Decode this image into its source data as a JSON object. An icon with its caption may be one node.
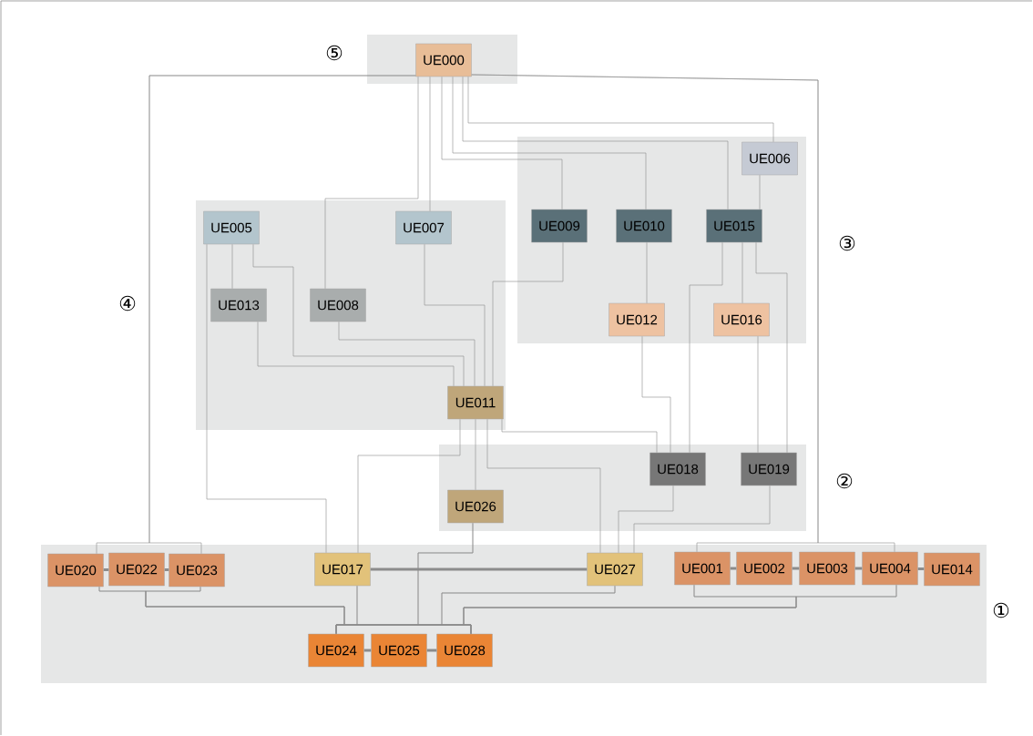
{
  "diagram": {
    "nodes": [
      {
        "text": [
          "⑤"
        ]
      },
      {
        "text": [
          "UE000"
        ],
        "in": 0
      },
      {
        "text": [
          "③"
        ]
      },
      {
        "text": [
          "UE006"
        ],
        "in": 2
      },
      {
        "text": [
          "UE009"
        ],
        "in": 2
      },
      {
        "text": [
          "UE010"
        ],
        "in": 2
      },
      {
        "text": [
          "UE015"
        ],
        "in": 2
      },
      {
        "text": [
          "UE012"
        ],
        "in": 2
      },
      {
        "text": [
          "UE016"
        ],
        "in": 2
      },
      {
        "text": [
          "④"
        ]
      },
      {
        "text": [
          "UE005"
        ],
        "in": 9
      },
      {
        "text": [
          "UE007"
        ],
        "in": 9
      },
      {
        "text": [
          "UE013"
        ],
        "in": 9
      },
      {
        "text": [
          "UE008"
        ],
        "in": 9
      },
      {
        "text": [
          "UE011"
        ],
        "in": 9
      },
      {
        "text": [
          "②"
        ]
      },
      {
        "text": [
          "UE018"
        ],
        "in": 15
      },
      {
        "text": [
          "UE019"
        ],
        "in": 15
      },
      {
        "text": [
          "UE026"
        ],
        "in": 15
      },
      {
        "text": [
          "①"
        ]
      },
      {
        "text": [
          "UE020"
        ],
        "in": 19
      },
      {
        "text": [
          "UE022"
        ],
        "in": 19
      },
      {
        "text": [
          "UE023"
        ],
        "in": 19
      },
      {
        "text": [
          "UE017"
        ],
        "in": 19
      },
      {
        "text": [
          "UE027"
        ],
        "in": 19
      },
      {
        "text": [
          "UE001"
        ],
        "in": 19
      },
      {
        "text": [
          "UE002"
        ],
        "in": 19
      },
      {
        "text": [
          "UE003"
        ],
        "in": 19
      },
      {
        "text": [
          "UE004"
        ],
        "in": 19
      },
      {
        "text": [
          "UE014"
        ],
        "in": 19
      },
      {
        "text": [
          "UE024"
        ],
        "in": 19
      },
      {
        "text": [
          "UE025"
        ],
        "in": 19
      },
      {
        "text": [
          "UE028"
        ],
        "in": 19
      }
    ],
    "edges": [
      {
        "from": 1,
        "to": 20,
        "arrow": "none"
      },
      {
        "from": 1,
        "to": 22,
        "arrow": "none"
      },
      {
        "from": 1,
        "to": 25,
        "arrow": "none"
      },
      {
        "from": 1,
        "to": 28,
        "arrow": "none"
      },
      {
        "from": 1,
        "to": 13,
        "arrow": "none"
      },
      {
        "from": 1,
        "to": 11,
        "arrow": "none"
      },
      {
        "from": 1,
        "to": 4,
        "arrow": "none"
      },
      {
        "from": 1,
        "to": 5,
        "arrow": "none"
      },
      {
        "from": 1,
        "to": 6,
        "arrow": "none"
      },
      {
        "from": 1,
        "to": 3,
        "arrow": "none"
      },
      {
        "from": 3,
        "to": 6,
        "arrow": "none"
      },
      {
        "from": 6,
        "to": 8,
        "arrow": "none"
      },
      {
        "from": 6,
        "to": 16,
        "arrow": "none"
      },
      {
        "from": 6,
        "to": 17,
        "arrow": "none"
      },
      {
        "from": 5,
        "to": 7,
        "arrow": "none"
      },
      {
        "from": 7,
        "to": 16,
        "arrow": "none"
      },
      {
        "from": 8,
        "to": 17,
        "arrow": "none"
      },
      {
        "from": 4,
        "to": 14,
        "arrow": "none"
      },
      {
        "from": 10,
        "to": 12,
        "arrow": "none"
      },
      {
        "from": 10,
        "to": 14,
        "arrow": "none"
      },
      {
        "from": 10,
        "to": 23,
        "arrow": "none"
      },
      {
        "from": 12,
        "to": 14,
        "arrow": "none"
      },
      {
        "from": 13,
        "to": 14,
        "arrow": "none"
      },
      {
        "from": 11,
        "to": 14,
        "arrow": "none"
      },
      {
        "from": 14,
        "to": 16,
        "arrow": "none"
      },
      {
        "from": 14,
        "to": 23,
        "arrow": "none"
      },
      {
        "from": 14,
        "to": 18,
        "arrow": "none"
      },
      {
        "from": 14,
        "to": 24,
        "arrow": "none"
      },
      {
        "from": 16,
        "to": 24,
        "arrow": "none"
      },
      {
        "from": 17,
        "to": 24,
        "arrow": "none"
      },
      {
        "from": 23,
        "to": 24,
        "arrow": "none",
        "style": "thick"
      },
      {
        "from": 23,
        "to": 30,
        "arrow": "none"
      },
      {
        "from": 23,
        "to": 32,
        "arrow": "none"
      },
      {
        "from": 18,
        "to": 30,
        "arrow": "none"
      },
      {
        "from": 18,
        "to": 32,
        "arrow": "none"
      },
      {
        "from": 24,
        "to": 30,
        "arrow": "none"
      },
      {
        "from": 24,
        "to": 32,
        "arrow": "none"
      },
      {
        "from": 25,
        "to": 30,
        "arrow": "none"
      },
      {
        "from": 25,
        "to": 32,
        "arrow": "none"
      },
      {
        "from": 28,
        "to": 30,
        "arrow": "none"
      },
      {
        "from": 28,
        "to": 32,
        "arrow": "none"
      },
      {
        "from": 20,
        "to": 30,
        "arrow": "none"
      },
      {
        "from": 20,
        "to": 32,
        "arrow": "none"
      },
      {
        "from": 22,
        "to": 30,
        "arrow": "none"
      },
      {
        "from": 22,
        "to": 32,
        "arrow": "none"
      },
      {
        "from": 20,
        "to": 21,
        "arrow": "none",
        "style": "thick"
      },
      {
        "from": 21,
        "to": 22,
        "arrow": "none",
        "style": "thick"
      },
      {
        "from": 30,
        "to": 31,
        "arrow": "none",
        "style": "thick"
      },
      {
        "from": 31,
        "to": 32,
        "arrow": "none",
        "style": "thick"
      },
      {
        "from": 25,
        "to": 26,
        "arrow": "none",
        "style": "thick"
      },
      {
        "from": 26,
        "to": 27,
        "arrow": "none",
        "style": "thick"
      },
      {
        "from": 27,
        "to": 28,
        "arrow": "none",
        "style": "thick"
      },
      {
        "from": 28,
        "to": 29,
        "arrow": "none",
        "style": "thick"
      }
    ]
  }
}
